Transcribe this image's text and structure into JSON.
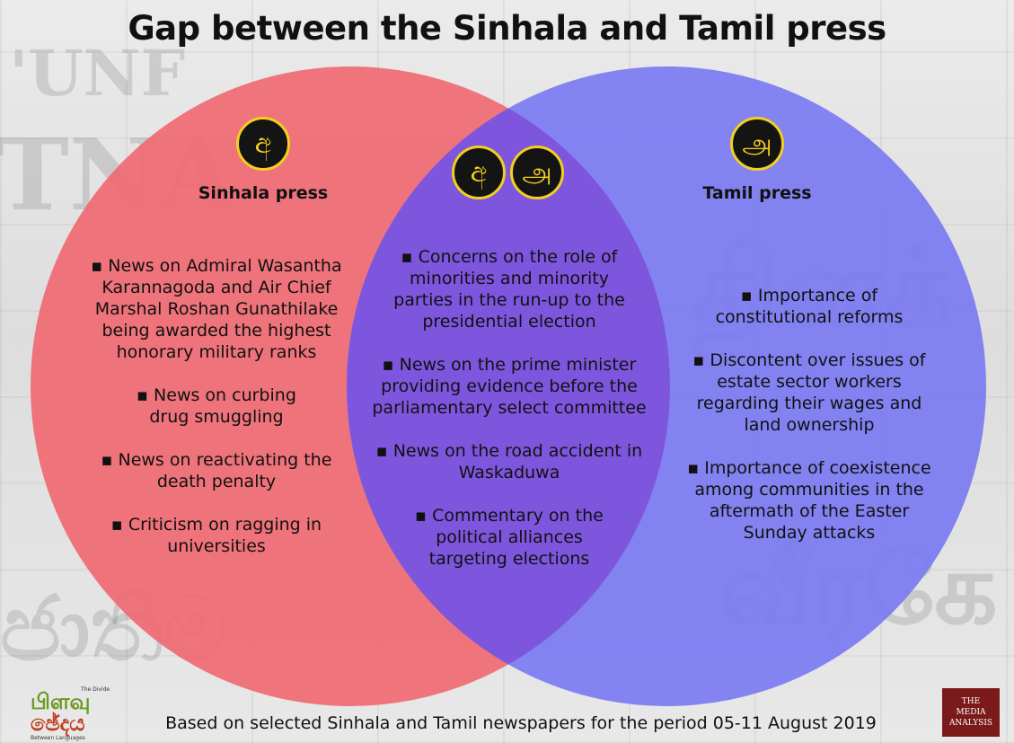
{
  "title": "Gap between the Sinhala and Tamil press",
  "colors": {
    "sinhala": "#f06b73",
    "tamil": "#7b7bf2",
    "overlap": "#7d56dd",
    "badge_bg": "#141414",
    "badge_fg": "#f3cf1e"
  },
  "sinhala": {
    "badge": "අ",
    "title": "Sinhala press",
    "items": [
      "News on Admiral Wasantha Karannagoda and Air Chief Marshal Roshan Gunathilake being awarded the highest honorary military ranks",
      "News on curbing drug smuggling",
      "News on reactivating the death penalty",
      "Criticism on ragging in universities"
    ]
  },
  "overlap": {
    "badges": [
      "අ",
      "அ"
    ],
    "items": [
      "Concerns on the role of minorities and minority parties in the run-up to the presidential election",
      "News on the prime minister providing evidence before the parliamentary select committee",
      "News on the road accident in Waskaduwa",
      "Commentary on the political alliances targeting elections"
    ]
  },
  "tamil": {
    "badge": "அ",
    "title": "Tamil press",
    "items": [
      "Importance of constitutional reforms",
      "Discontent over issues of estate sector workers regarding their wages and land ownership",
      "Importance of coexistence among communities in the aftermath of the Easter Sunday attacks"
    ]
  },
  "footer": "Based on selected Sinhala and Tamil newspapers for the period 05-11 August 2019",
  "logo_left": {
    "top": "பிளவு",
    "bottom": "ඡේදය",
    "tag_top": "The Divide",
    "tag_bottom": "Between Languages"
  },
  "logo_right": {
    "line1": "THE",
    "line2": "MEDIA",
    "line3": "ANALYSIS"
  }
}
